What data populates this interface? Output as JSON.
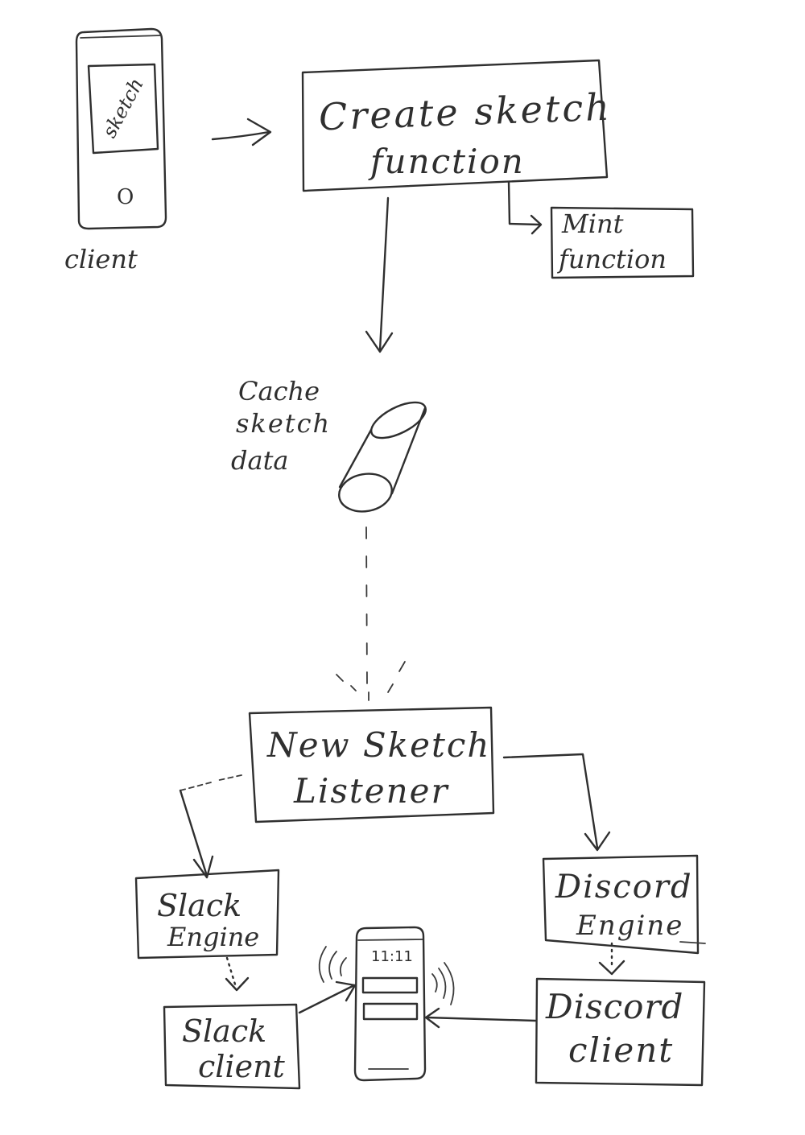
{
  "diagram": {
    "client_label": "client",
    "phone_screen_label": "sketch",
    "phone_button_glyph": "O",
    "create_sketch_function": {
      "line1": "Create sketch",
      "line2": "function"
    },
    "mint_function": {
      "line1": "Mint",
      "line2": "function"
    },
    "cache": {
      "line1": "Cache",
      "line2": "sketch",
      "line3": "data"
    },
    "listener": {
      "line1": "New Sketch",
      "line2": "Listener"
    },
    "slack_engine": {
      "line1": "Slack",
      "line2": "Engine"
    },
    "discord_engine": {
      "line1": "Discord",
      "line2": "Engine"
    },
    "slack_client": {
      "line1": "Slack",
      "line2": "client"
    },
    "discord_client": {
      "line1": "Discord",
      "line2": "client"
    },
    "notification_phone_time": "11:11",
    "ink_color": "#2f2f2f",
    "background_color": "#ffffff",
    "icons": [
      "phone-icon",
      "database-cylinder-icon",
      "notification-phone-icon",
      "signal-waves-icon"
    ]
  }
}
